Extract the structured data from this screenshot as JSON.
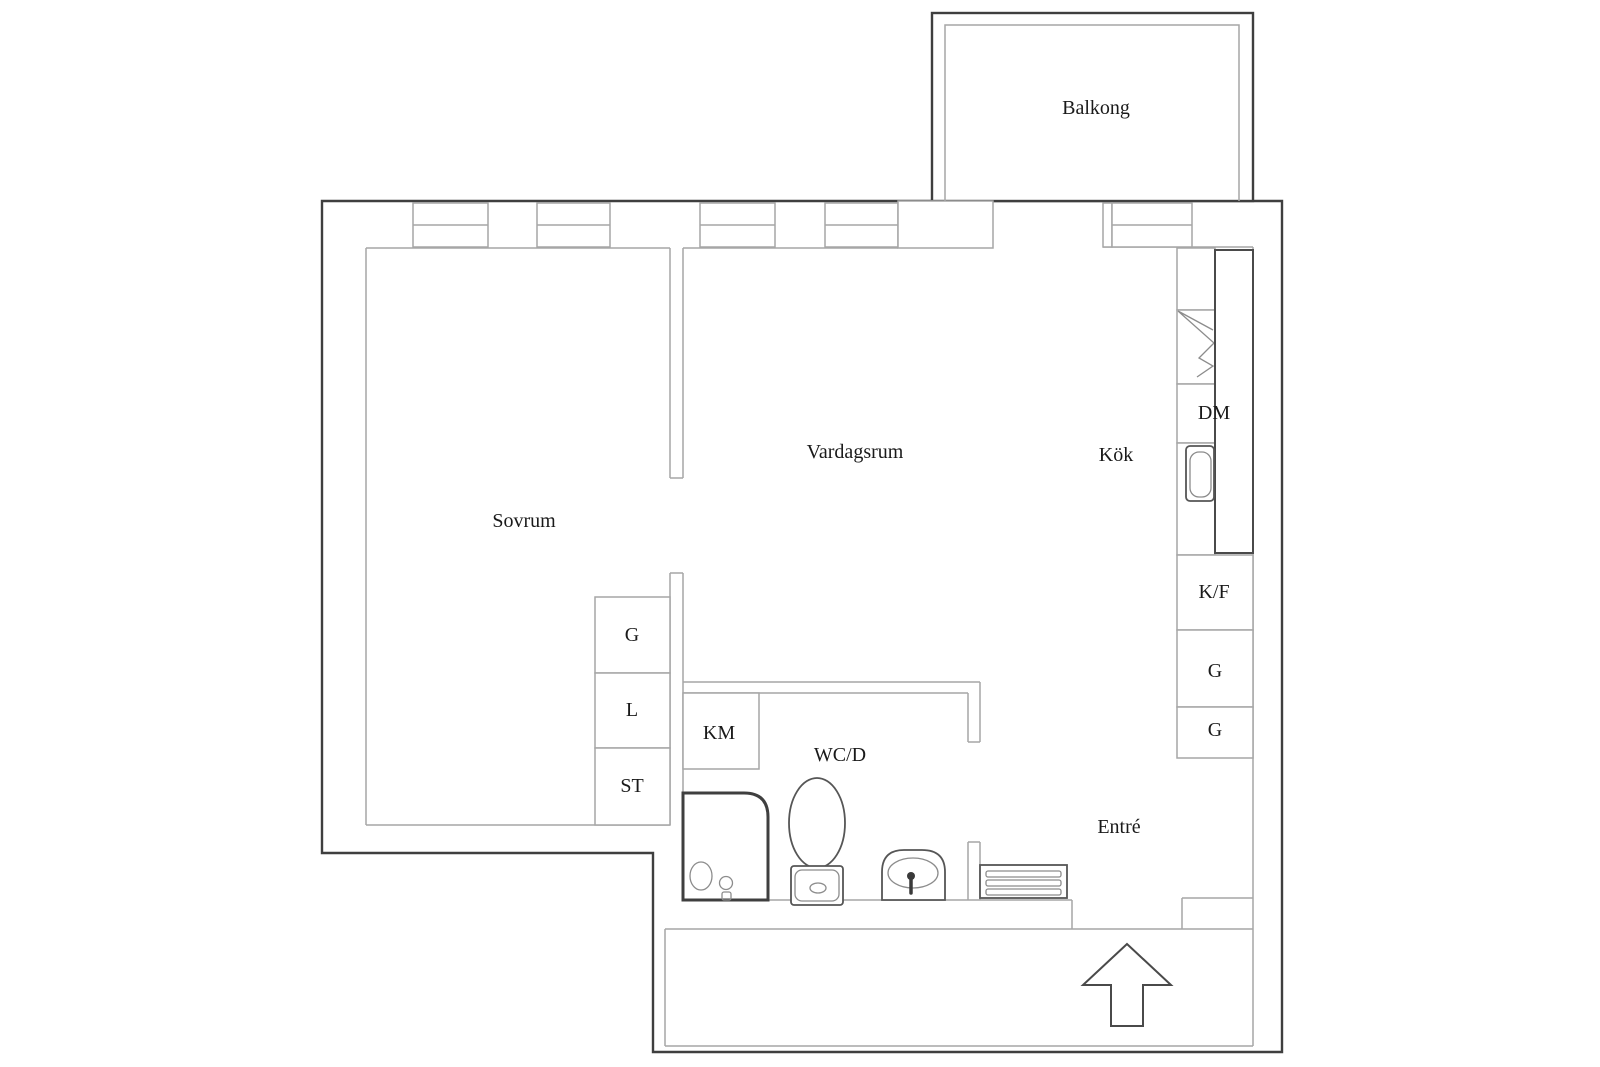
{
  "plan": {
    "rooms": {
      "balcony": "Balkong",
      "bedroom": "Sovrum",
      "living_room": "Vardagsrum",
      "kitchen": "Kök",
      "bathroom": "WC/D",
      "entrance": "Entré"
    },
    "fixtures": {
      "dishwasher": "DM",
      "fridge_freezer": "K/F",
      "kitchen_cabinet_1": "G",
      "kitchen_cabinet_2": "G",
      "wardrobe": "G",
      "linen_closet": "L",
      "cleaning_closet": "ST",
      "washing_machine": "KM"
    },
    "icons": {
      "entrance_arrow": "entrance-arrow-icon",
      "doormat": "doormat-icon",
      "toilet": "toilet-icon",
      "shower": "shower-icon",
      "washbasin": "washbasin-icon",
      "kitchen_sink": "kitchen-sink-icon",
      "stove_fan": "stove-fan-icon"
    },
    "colors": {
      "wall_dark": "#3f3f3f",
      "wall_light": "#a6a6a6",
      "fixture": "#565656",
      "text": "#1a1a1a",
      "bg": "#ffffff"
    }
  }
}
